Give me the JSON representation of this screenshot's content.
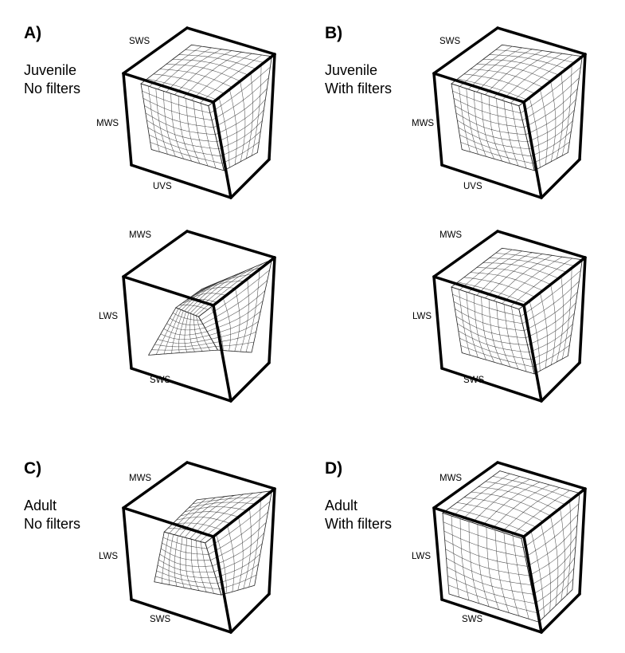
{
  "panels": [
    {
      "id": "A",
      "letter": "A)",
      "condition": [
        "Juvenile",
        "No filters"
      ]
    },
    {
      "id": "B",
      "letter": "B)",
      "condition": [
        "Juvenile",
        "With filters"
      ]
    },
    {
      "id": "C",
      "letter": "C)",
      "condition": [
        "Adult",
        "No filters"
      ]
    },
    {
      "id": "D",
      "letter": "D)",
      "condition": [
        "Adult",
        "With filters"
      ]
    }
  ],
  "plots": [
    {
      "panel": "A",
      "row": 1,
      "shape": "bulge",
      "axis_labels": {
        "back_top": "SWS",
        "left": "MWS",
        "front_bottom": "UVS"
      }
    },
    {
      "panel": "B",
      "row": 1,
      "shape": "bulge",
      "axis_labels": {
        "back_top": "SWS",
        "left": "MWS",
        "front_bottom": "UVS"
      }
    },
    {
      "panel": "A",
      "row": 2,
      "shape": "lens",
      "axis_labels": {
        "back_top": "MWS",
        "left": "LWS",
        "front_bottom": "SWS"
      }
    },
    {
      "panel": "B",
      "row": 2,
      "shape": "bulge",
      "axis_labels": {
        "back_top": "MWS",
        "left": "LWS",
        "front_bottom": "SWS"
      }
    },
    {
      "panel": "C",
      "row": 3,
      "shape": "lens-wide",
      "axis_labels": {
        "back_top": "MWS",
        "left": "LWS",
        "front_bottom": "SWS"
      }
    },
    {
      "panel": "D",
      "row": 3,
      "shape": "full",
      "axis_labels": {
        "back_top": "MWS",
        "left": "LWS",
        "front_bottom": "SWS"
      }
    }
  ],
  "colors": {
    "top_face": "#a8b2e8",
    "front_face": "#b97fc0",
    "side_face": "#f1a86c",
    "edge": "#000000"
  }
}
